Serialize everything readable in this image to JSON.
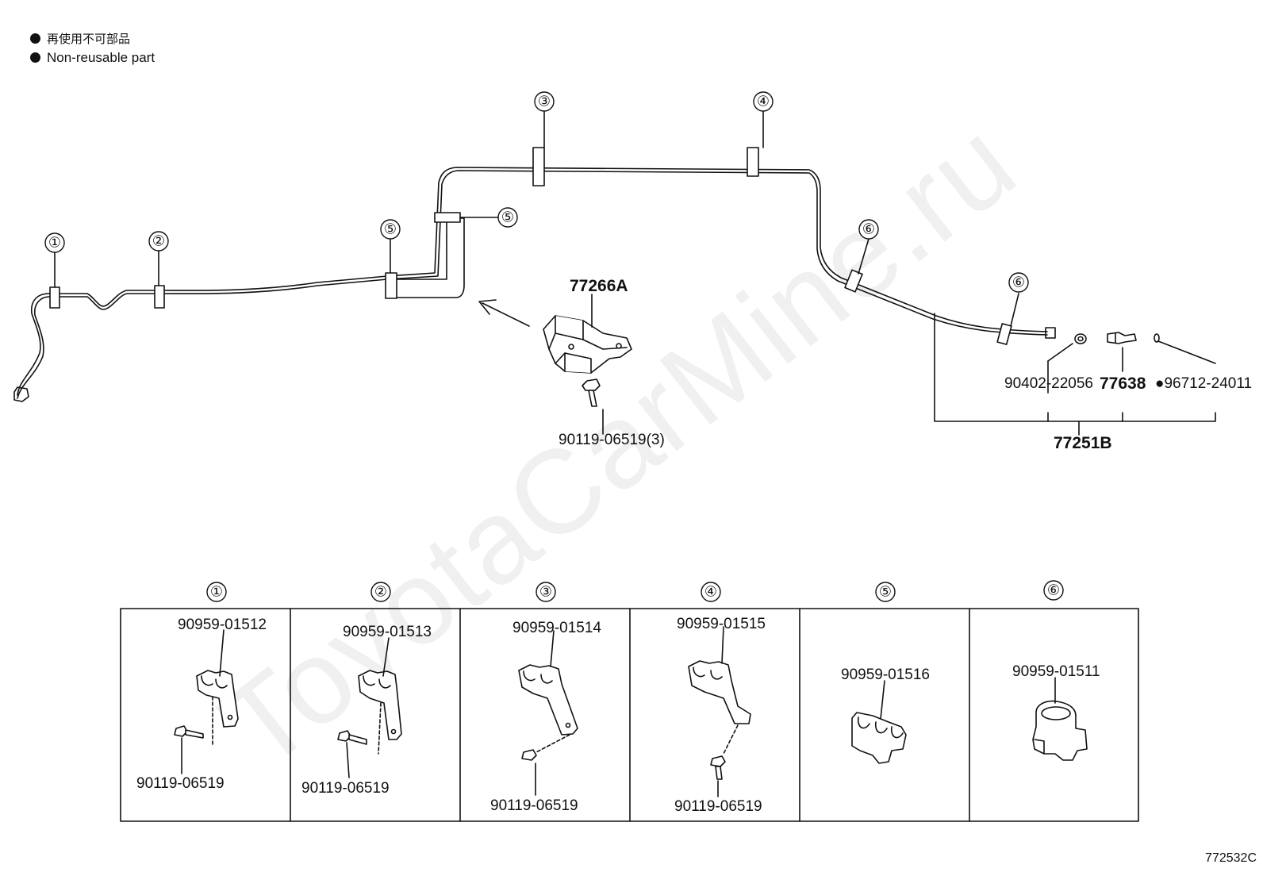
{
  "legend": {
    "japanese": "再使用不可部品",
    "english": "Non-reusable part"
  },
  "watermark": "ToyotaCarMine.ru",
  "figure_code": "772532C",
  "callouts": [
    "①",
    "②",
    "③",
    "④",
    "⑤",
    "⑥"
  ],
  "main_parts": {
    "bracket": "77266A",
    "bracket_bolt": "90119-06519(3)",
    "hose_assembly": "77251B",
    "gasket": "90402-22056",
    "valve": "77638",
    "oring": "●96712-24011"
  },
  "detail_panels": [
    {
      "callout": "①",
      "clamp": "90959-01512",
      "bolt": "90119-06519"
    },
    {
      "callout": "②",
      "clamp": "90959-01513",
      "bolt": "90119-06519"
    },
    {
      "callout": "③",
      "clamp": "90959-01514",
      "bolt": "90119-06519"
    },
    {
      "callout": "④",
      "clamp": "90959-01515",
      "bolt": "90119-06519"
    },
    {
      "callout": "⑤",
      "clamp": "90959-01516",
      "bolt": ""
    },
    {
      "callout": "⑥",
      "clamp": "90959-01511",
      "bolt": ""
    }
  ]
}
